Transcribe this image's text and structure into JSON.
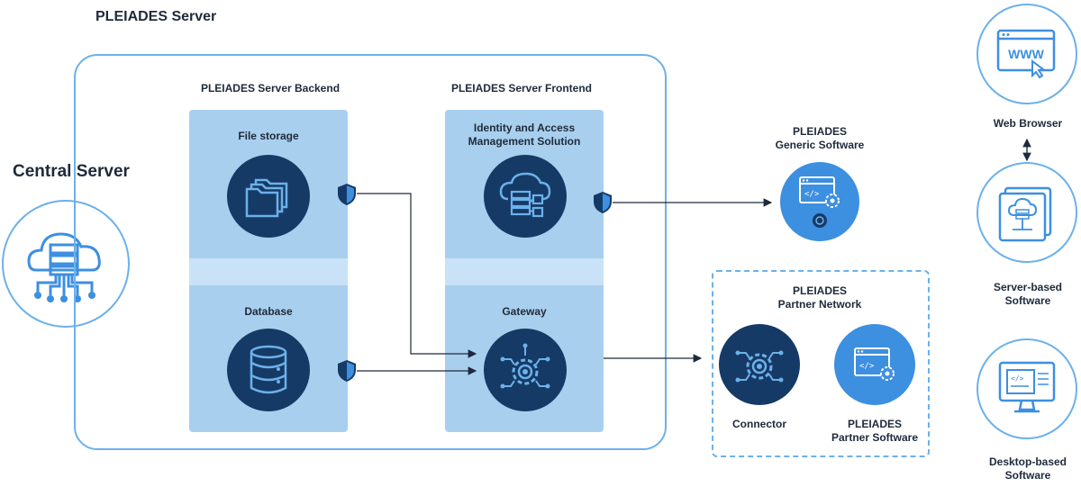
{
  "diagram": {
    "title": "PLEIADES Server",
    "central_server": {
      "label": "Central Server"
    },
    "backend": {
      "heading": "PLEIADES Server Backend",
      "file_storage": "File storage",
      "database": "Database"
    },
    "frontend": {
      "heading": "PLEIADES Server Frontend",
      "iam_line1": "Identity and Access",
      "iam_line2": "Management Solution",
      "gateway": "Gateway"
    },
    "generic_software": {
      "line1": "PLEIADES",
      "line2": "Generic Software"
    },
    "partner_network": {
      "line1": "PLEIADES",
      "line2": "Partner Network",
      "connector": "Connector",
      "partner_line1": "PLEIADES",
      "partner_line2": "Partner Software"
    },
    "clients": {
      "web_browser": "Web Browser",
      "server_line1": "Server-based",
      "server_line2": "Software",
      "desktop_line1": "Desktop-based",
      "desktop_line2": "Software"
    },
    "www_text": "WWW"
  }
}
